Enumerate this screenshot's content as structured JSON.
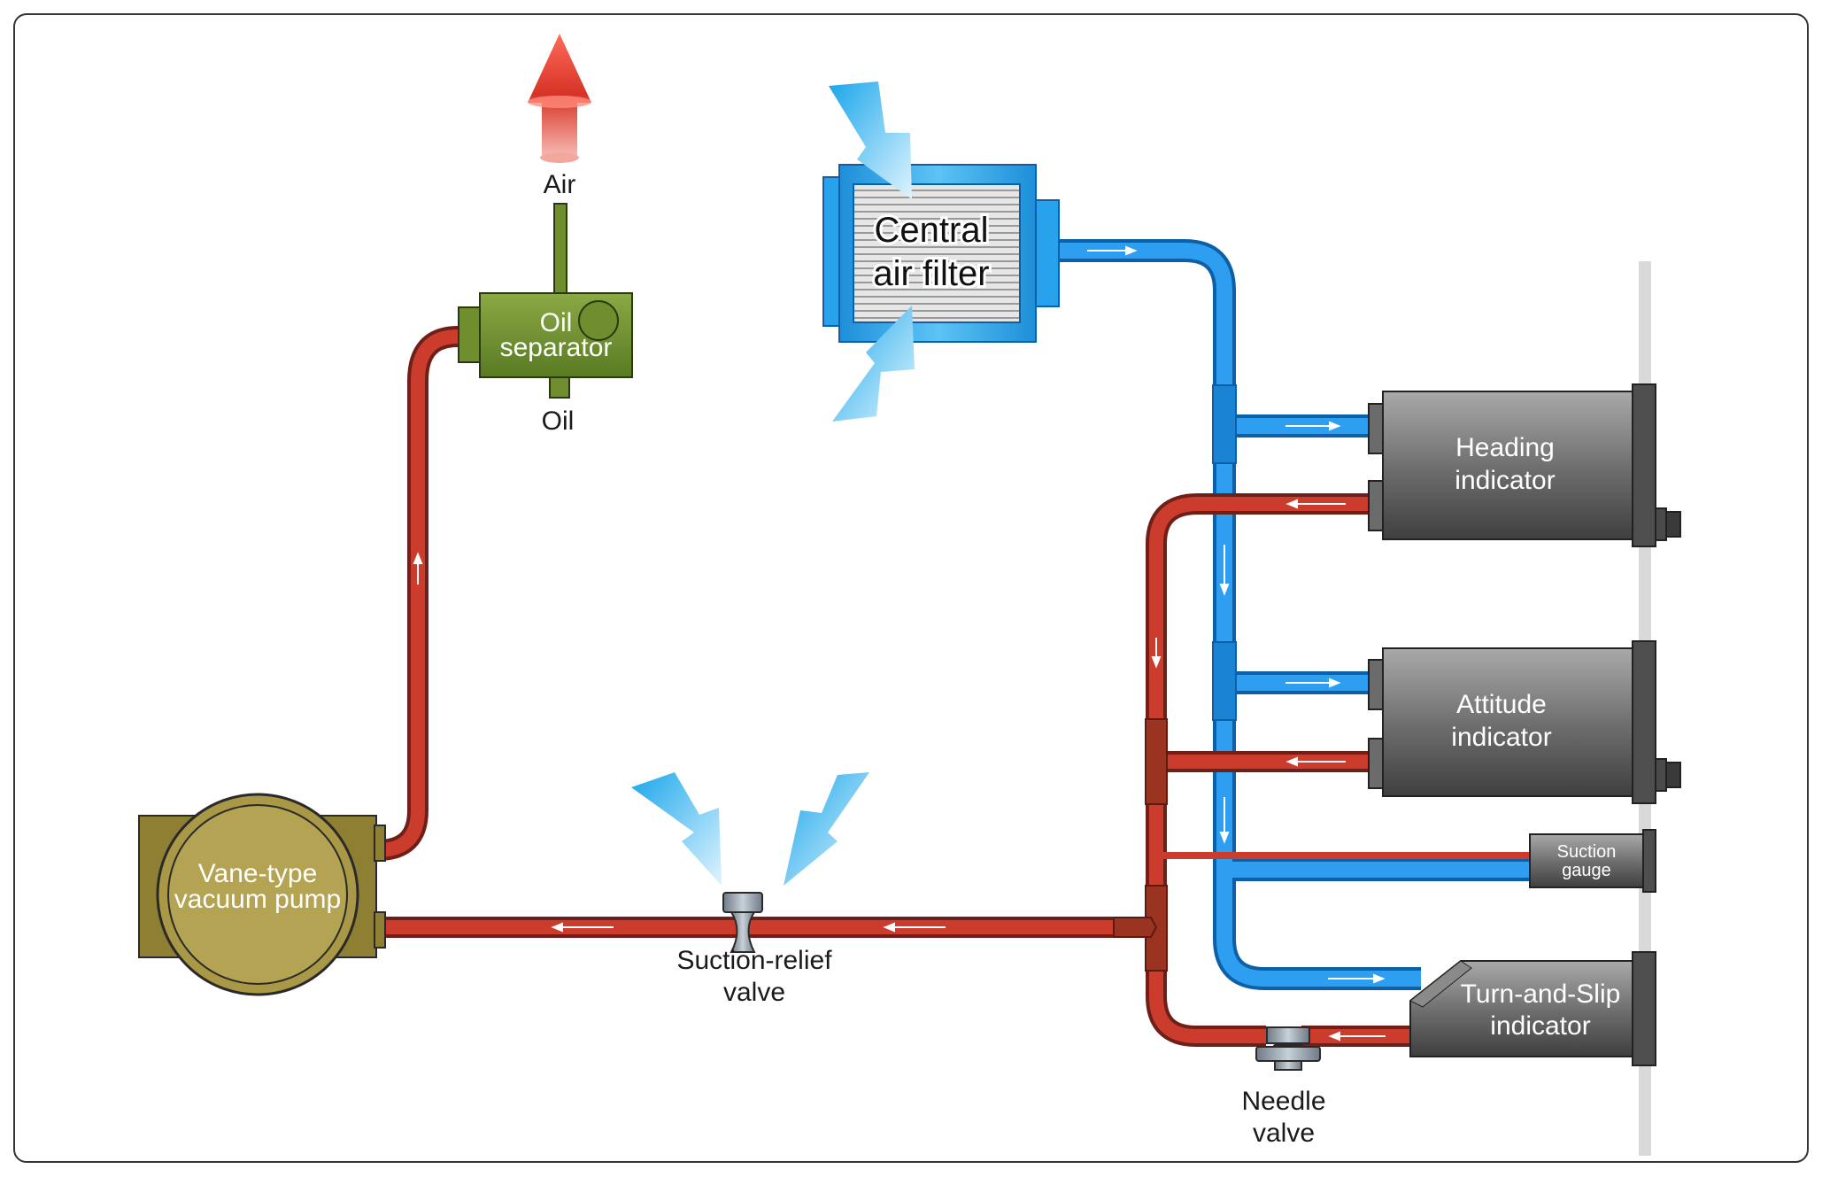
{
  "colors": {
    "suction_line": "#c23a2a",
    "pressure_line": "#1e8be0",
    "oil_separator": "#6f8f2e",
    "pump": "#a99845",
    "indicator": "#5e5e5e",
    "exhaust_arrow": "#e8322a",
    "intake_arrow": "#2ab0ec",
    "panel": "#d9d9d9"
  },
  "labels": {
    "air": "Air",
    "oil": "Oil",
    "oil_separator": [
      "Oil",
      "separator"
    ],
    "central_air_filter": [
      "Central",
      "air filter"
    ],
    "heading_indicator": [
      "Heading",
      "indicator"
    ],
    "attitude_indicator": [
      "Attitude",
      "indicator"
    ],
    "suction_gauge": [
      "Suction",
      "gauge"
    ],
    "turn_and_slip_indicator": [
      "Turn-and-Slip",
      "indicator"
    ],
    "vacuum_pump": [
      "Vane-type",
      "vacuum pump"
    ],
    "suction_relief_valve": [
      "Suction-relief",
      "valve"
    ],
    "needle_valve": [
      "Needle",
      "valve"
    ]
  },
  "icons": [
    "exhaust-arrow-icon",
    "intake-arrow-icon",
    "flow-arrow-icon"
  ]
}
